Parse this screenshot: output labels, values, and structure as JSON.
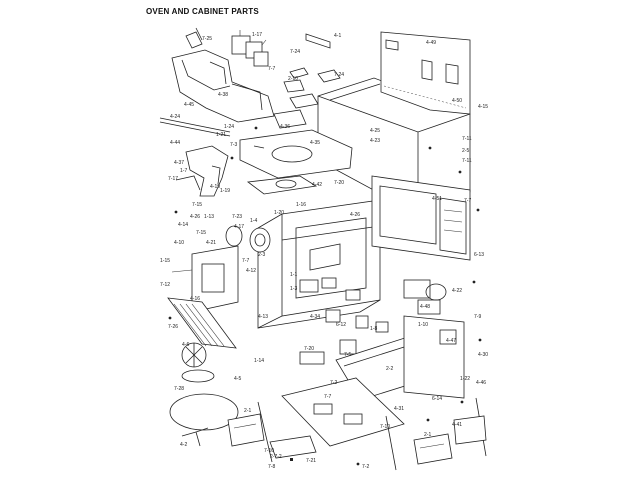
{
  "title": "OVEN AND CABINET PARTS",
  "callouts": [
    "7-25",
    "1-17",
    "4-1",
    "4-49",
    "7-24",
    "7-7",
    "7-24",
    "2-10",
    "4-38",
    "4-45",
    "4-50",
    "4-15",
    "4-24",
    "1-24",
    "1-21",
    "4-36",
    "4-25",
    "4-23",
    "7-11",
    "4-44",
    "7-3",
    "4-35",
    "4-37",
    "1-7",
    "7-17",
    "4-19",
    "4-42",
    "7-20",
    "2-5",
    "7-11",
    "4-51",
    "7-7",
    "1-19",
    "1-16",
    "1-20",
    "7-15",
    "7-23",
    "4-17",
    "4-26",
    "4-14",
    "1-13",
    "4-10",
    "7-15",
    "4-21",
    "1-4",
    "4-26",
    "2-3",
    "7-7",
    "6-13",
    "4-12",
    "1-15",
    "7-12",
    "1-1",
    "1-3",
    "4-34",
    "4-16",
    "4-22",
    "7-9",
    "4-13",
    "7-26",
    "4-6",
    "4-5",
    "2-1",
    "7-28",
    "1-14",
    "7-20",
    "4-47",
    "4-30",
    "4-48",
    "1-22",
    "4-46",
    "7-2",
    "7-7",
    "4-31",
    "4-41",
    "7-10",
    "2-1",
    "4-2",
    "7-10",
    "7-8",
    "7-21",
    "2-7-2",
    "7-2",
    "6-12",
    "1-8",
    "1-10",
    "7-5",
    "2-2",
    "6-14"
  ]
}
